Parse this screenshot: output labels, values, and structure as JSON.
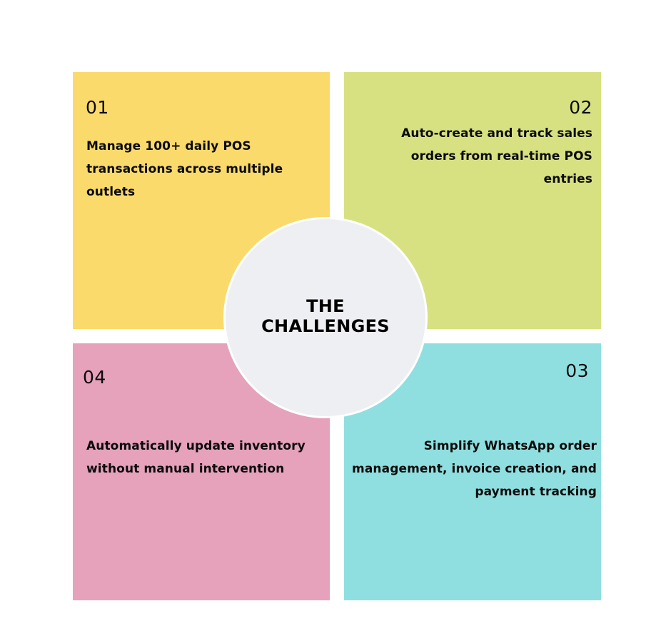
{
  "center": {
    "line1": "THE",
    "line2": "CHALLENGES"
  },
  "quadrants": {
    "q1": {
      "number": "01",
      "text": "Manage 100+ daily POS transactions across multiple outlets",
      "color": "#fbda6c"
    },
    "q2": {
      "number": "02",
      "text": "Auto-create and track sales orders from real-time POS entries",
      "color": "#d8e181"
    },
    "q3": {
      "number": "03",
      "text": "Simplify WhatsApp order management, invoice creation, and payment tracking",
      "color": "#90dfe0"
    },
    "q4": {
      "number": "04",
      "text": "Automatically update inventory without manual intervention",
      "color": "#e6a1bb"
    }
  }
}
